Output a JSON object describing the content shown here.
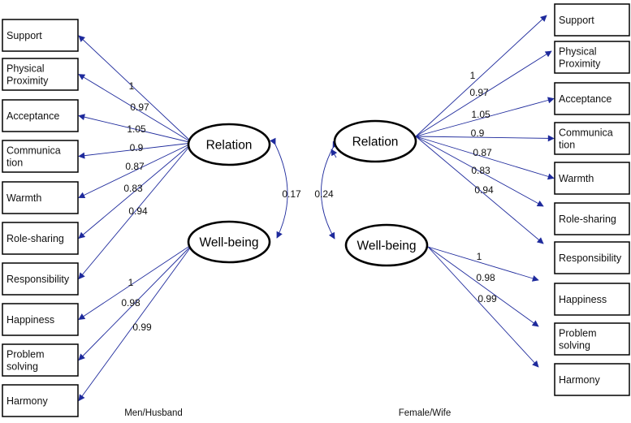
{
  "men": {
    "caption": "Men/Husband",
    "latents": [
      "Relation",
      "Well-being"
    ],
    "relation_indicators": [
      {
        "label": [
          "Support"
        ],
        "loading": "1"
      },
      {
        "label": [
          "Physical",
          "Proximity"
        ],
        "loading": "0.97"
      },
      {
        "label": [
          "Acceptance"
        ],
        "loading": "1.05"
      },
      {
        "label": [
          "Communica",
          "tion"
        ],
        "loading": "0.9"
      },
      {
        "label": [
          "Warmth"
        ],
        "loading": "0.87"
      },
      {
        "label": [
          "Role-sharing"
        ],
        "loading": "0.83"
      },
      {
        "label": [
          "Responsibility"
        ],
        "loading": "0.94"
      }
    ],
    "wellbeing_indicators": [
      {
        "label": [
          "Happiness"
        ],
        "loading": "1"
      },
      {
        "label": [
          "Problem",
          "solving"
        ],
        "loading": "0.98"
      },
      {
        "label": [
          "Harmony"
        ],
        "loading": "0.99"
      }
    ],
    "covariance": "0.17"
  },
  "women": {
    "caption": "Female/Wife",
    "latents": [
      "Relation",
      "Well-being"
    ],
    "relation_indicators": [
      {
        "label": [
          "Support"
        ],
        "loading": "1"
      },
      {
        "label": [
          "Physical",
          "Proximity"
        ],
        "loading": "0.97"
      },
      {
        "label": [
          "Acceptance"
        ],
        "loading": "1.05"
      },
      {
        "label": [
          "Communica",
          "tion"
        ],
        "loading": "0.9"
      },
      {
        "label": [
          "Warmth"
        ],
        "loading": "0.87"
      },
      {
        "label": [
          "Role-sharing"
        ],
        "loading": "0.83"
      },
      {
        "label": [
          "Responsibility"
        ],
        "loading": "0.94"
      }
    ],
    "wellbeing_indicators": [
      {
        "label": [
          "Happiness"
        ],
        "loading": "1"
      },
      {
        "label": [
          "Problem",
          "solving"
        ],
        "loading": "0.98"
      },
      {
        "label": [
          "Harmony"
        ],
        "loading": "0.99"
      }
    ],
    "covariance": "0.24"
  },
  "colors": {
    "path": "#1e2a9c",
    "outline": "#000000"
  }
}
